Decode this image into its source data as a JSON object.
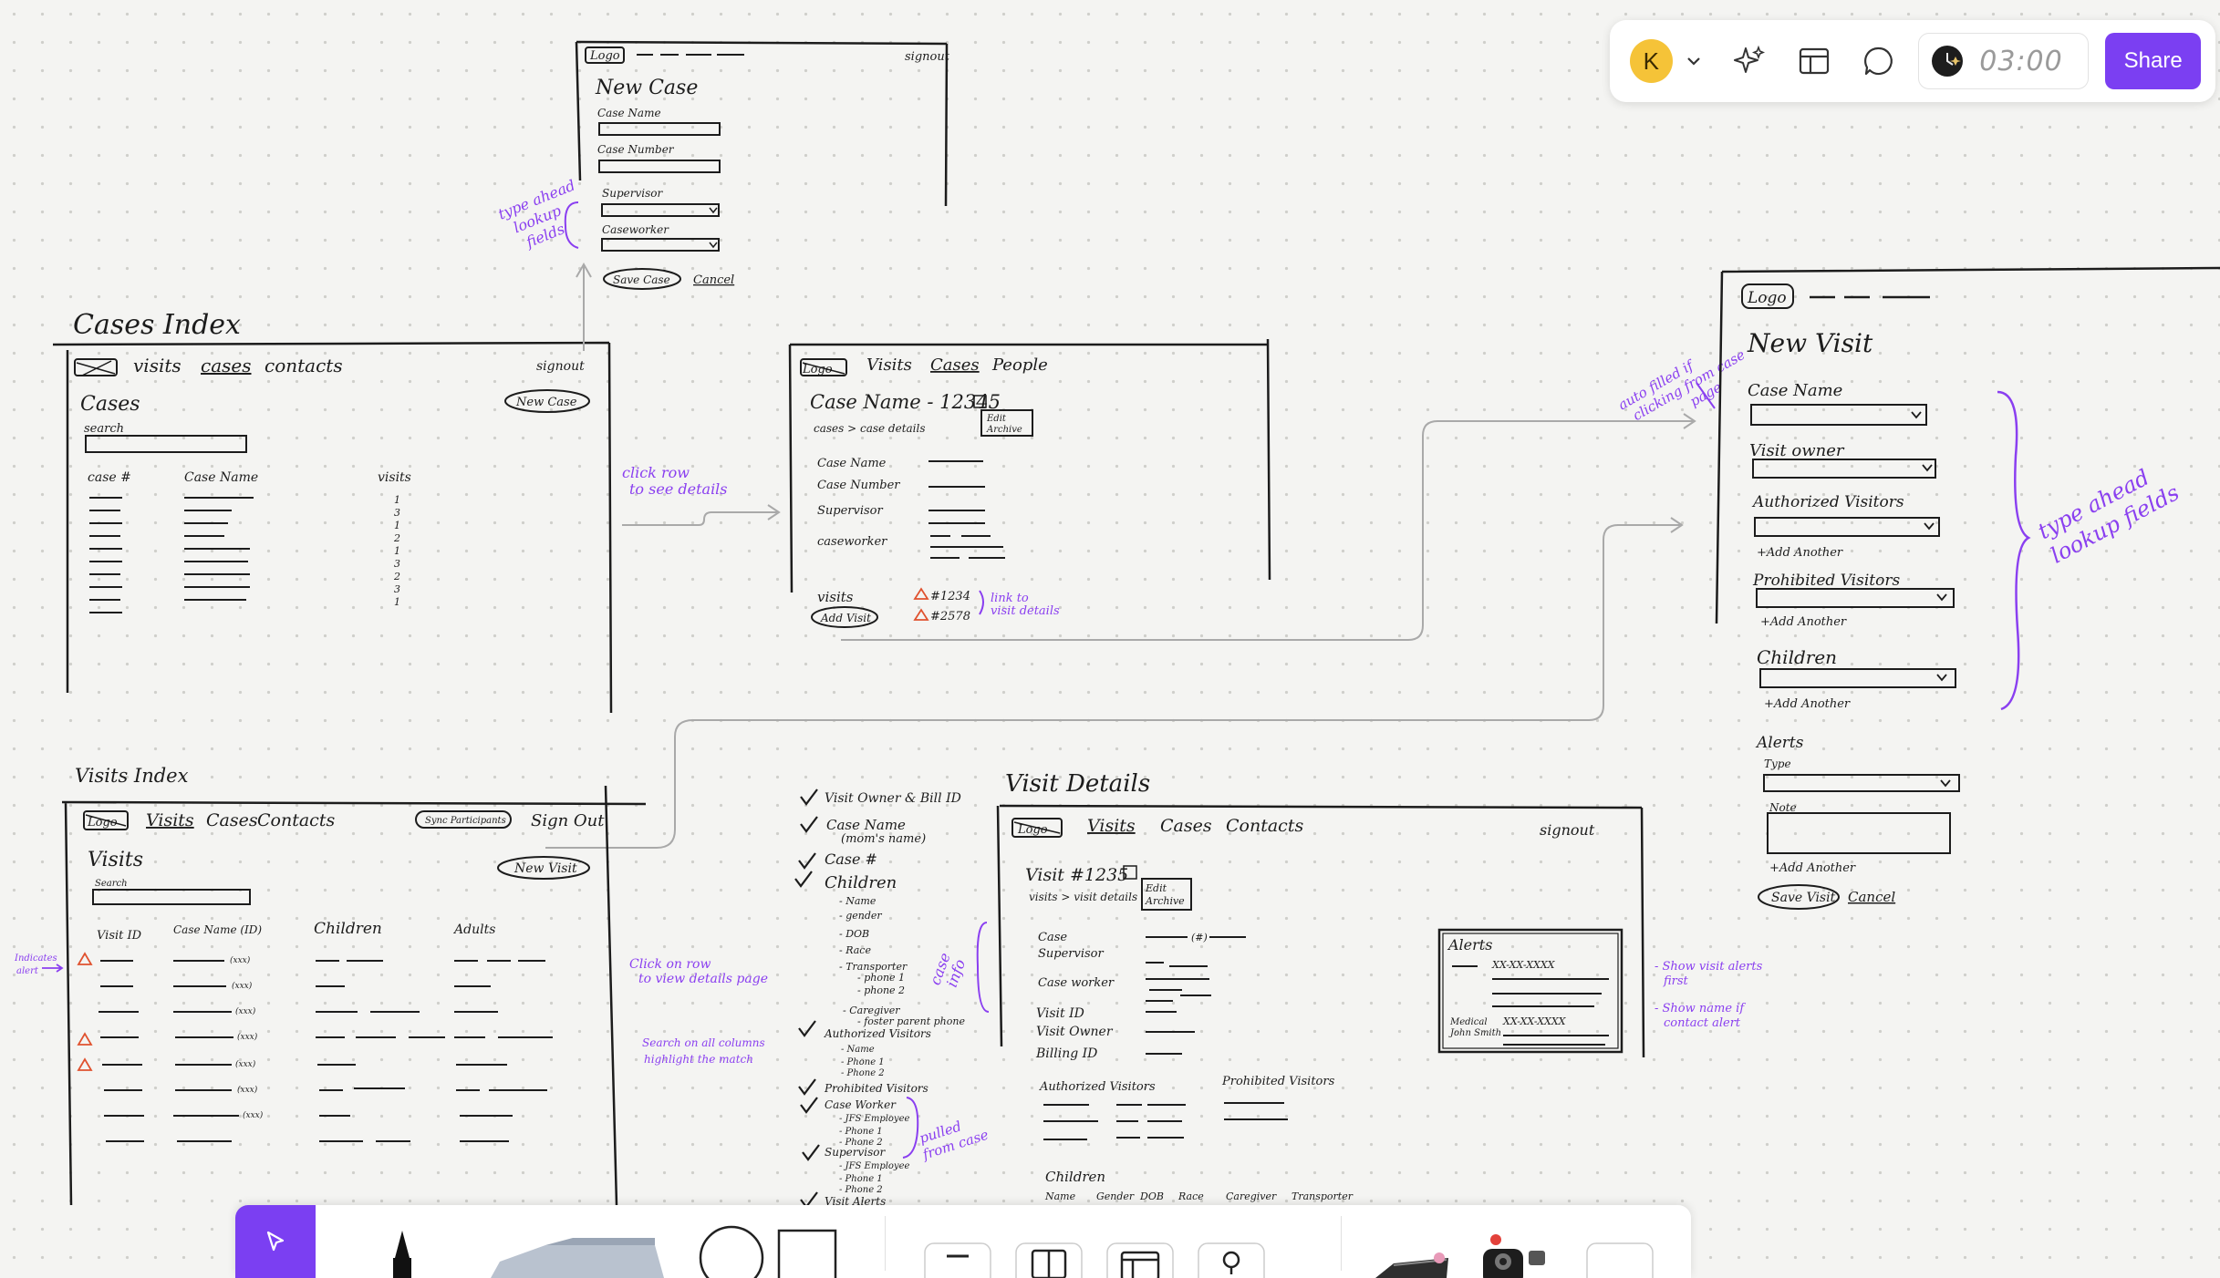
{
  "toolbar": {
    "avatar_initial": "K",
    "timer": "03:00",
    "share_label": "Share",
    "accent_color": "#7b3ff2",
    "icons": [
      "chevron-down-icon",
      "ai-sparkle-icon",
      "layout-icon",
      "comment-icon",
      "timer-icon"
    ]
  },
  "bottom_toolbar": {
    "tools": [
      "select-tool",
      "pen-tool",
      "highlighter-tool",
      "circle-shape-tool",
      "square-shape-tool",
      "text-tool",
      "table-tool",
      "section-tool",
      "stamp-tool",
      "widgets-tool",
      "more-tool"
    ]
  },
  "whiteboard": {
    "new_case": {
      "logo": "Logo",
      "signout": "signout",
      "title": "New Case",
      "fields": [
        "Case Name",
        "Case Number",
        "Supervisor",
        "Caseworker"
      ],
      "save": "Save Case",
      "cancel": "Cancel",
      "note": [
        "type ahead",
        "lookup",
        "fields"
      ]
    },
    "cases_index": {
      "label": "Cases Index",
      "nav": [
        "visits",
        "cases",
        "contacts"
      ],
      "signout": "signout",
      "heading": "Cases",
      "search": "search",
      "new_button": "New Case",
      "columns": [
        "case #",
        "Case Name",
        "visits"
      ],
      "visit_counts": [
        "1",
        "3",
        "1",
        "2",
        "1",
        "3",
        "2",
        "3",
        "1"
      ]
    },
    "note_click_row": [
      "click row",
      "to see details"
    ],
    "case_details": {
      "logo": "Logo",
      "nav": [
        "Visits",
        "Cases",
        "People"
      ],
      "title": "Case Name - 12345",
      "breadcrumb": "cases > case details",
      "edit": [
        "Edit",
        "Archive"
      ],
      "fields": [
        "Case Name",
        "Case Number",
        "Supervisor",
        "caseworker"
      ],
      "visits_label": "visits",
      "add_visit": "Add Visit",
      "visit_links": [
        "#1234",
        "#2578"
      ],
      "link_note": [
        "link to",
        "visit details"
      ]
    },
    "note_autofill": [
      "auto filled if",
      "clicking from case",
      "page"
    ],
    "new_visit": {
      "logo": "Logo",
      "title": "New Visit",
      "fields": [
        "Case Name",
        "Visit owner",
        "Authorized Visitors",
        "Prohibited Visitors",
        "Children"
      ],
      "add_another": "+Add Another",
      "alerts_label": "Alerts",
      "type_label": "Type",
      "note_label": "Note",
      "save": "Save Visit",
      "cancel": "Cancel",
      "note": [
        "type ahead",
        "lookup fields"
      ]
    },
    "visits_index": {
      "label": "Visits Index",
      "logo": "Logo",
      "nav": [
        "Visits",
        "Cases",
        "Contacts"
      ],
      "sync": "Sync Participants",
      "signout": "Sign Out",
      "heading": "Visits",
      "search": "Search",
      "new_button": "New Visit",
      "columns": [
        "Visit ID",
        "Case Name (ID)",
        "Children",
        "Adults"
      ],
      "case_ids": [
        "(xxx)",
        "(xxx)",
        "(xxx)",
        "(xxx)",
        "(xxx)",
        "(xxx)",
        "(xxx)"
      ],
      "alert_note": [
        "Indicates",
        "alert"
      ]
    },
    "notes_visits": {
      "click": [
        "Click on row",
        "to view details page"
      ],
      "search": [
        "Search on all columns",
        "highlight the match"
      ]
    },
    "checklist": [
      "Visit Owner & Bill ID",
      "Case Name",
      "(mom's name)",
      "Case #",
      "Children",
      "- Name",
      "- gender",
      "- DOB",
      "- Race",
      "- Transporter",
      "- phone 1",
      "- phone 2",
      "- Caregiver",
      "- foster parent phone",
      "Authorized Visitors",
      "- Name",
      "- Phone 1",
      "- Phone 2",
      "Prohibited Visitors",
      "Case Worker",
      "- JFS Employee",
      "- Phone 1",
      "- Phone 2",
      "Supervisor",
      "- JFS Employee",
      "- Phone 1",
      "- Phone 2",
      "Visit Alerts"
    ],
    "checklist_notes": {
      "case_info": [
        "case",
        "info"
      ],
      "pulled": [
        "pulled",
        "from case"
      ]
    },
    "visit_details": {
      "label": "Visit Details",
      "logo": "Logo",
      "nav": [
        "Visits",
        "Cases",
        "Contacts"
      ],
      "signout": "signout",
      "title": "Visit #1235",
      "breadcrumb": "visits > visit details",
      "edit": [
        "Edit",
        "Archive"
      ],
      "fields": [
        "Case",
        "Supervisor",
        "Case worker",
        "Visit ID",
        "Visit Owner",
        "Billing ID"
      ],
      "case_suffix": "(#)",
      "authorized": "Authorized Visitors",
      "prohibited": "Prohibited Visitors",
      "children": "Children",
      "child_columns": [
        "Name",
        "Gender",
        "DOB",
        "Race",
        "Caregiver",
        "Transporter"
      ],
      "alerts": {
        "title": "Alerts",
        "phone": "XX-XX-XXXX",
        "medical": "Medical",
        "person": "John Smith",
        "phone2": "XX-XX-XXXX"
      },
      "notes": [
        [
          "- Show visit alerts",
          "first"
        ],
        [
          "- Show name if",
          "contact alert"
        ]
      ]
    }
  }
}
